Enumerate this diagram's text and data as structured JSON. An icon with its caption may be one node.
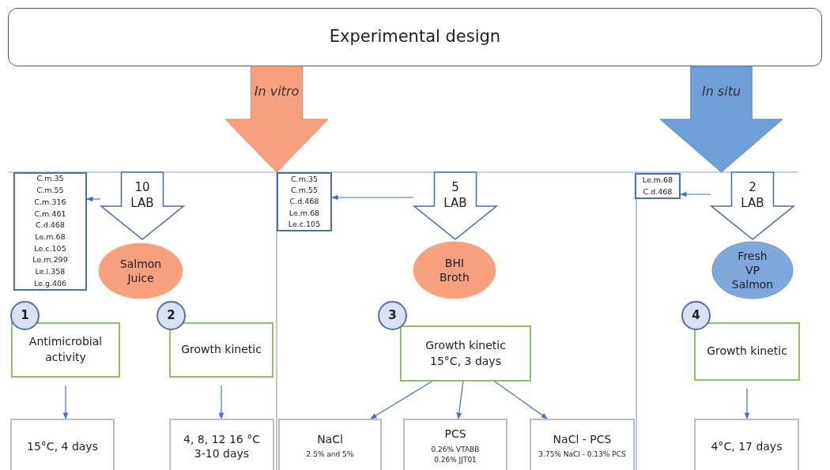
{
  "diagram": {
    "title": "Experimental design",
    "nodes": [
      {
        "text": [
          "In vitro"
        ]
      },
      {
        "text": [
          "In situ"
        ]
      },
      {
        "text": [
          "C.m.35",
          "C.m.55",
          "C.m.316",
          "C.m.461",
          "C.d.468",
          "Le.m.68",
          "Le.c.105",
          "Le.m.299",
          "Le.l.358",
          "Le.g.406"
        ]
      },
      {
        "text": [
          "10 LAB"
        ]
      },
      {
        "text": [
          "Salmon Juice"
        ]
      },
      {
        "text": [
          "C.m.35",
          "C.m.55",
          "C.d.468",
          "Le.m.68",
          "Le.c.105"
        ]
      },
      {
        "text": [
          "5 LAB"
        ]
      },
      {
        "text": [
          "BHI Broth"
        ]
      },
      {
        "text": [
          "Le.m.68",
          "C.d.468"
        ]
      },
      {
        "text": [
          "2 LAB"
        ]
      },
      {
        "text": [
          "Fresh VP Salmon"
        ]
      },
      {
        "text": [
          "1"
        ]
      },
      {
        "text": [
          "Antimicrobial activity"
        ]
      },
      {
        "text": [
          "2"
        ]
      },
      {
        "text": [
          "Growth kinetic"
        ]
      },
      {
        "text": [
          "3"
        ]
      },
      {
        "text": [
          "Growth kinetic 15°C, 3 days"
        ]
      },
      {
        "text": [
          "4"
        ]
      },
      {
        "text": [
          "Growth kinetic"
        ]
      },
      {
        "text": [
          "15°C, 4 days"
        ]
      },
      {
        "text": [
          "4, 8, 12 16 °C 3-10 days"
        ]
      },
      {
        "text": [
          "NaCl",
          "2.5% and 5%"
        ]
      },
      {
        "text": [
          "PCS",
          "0.26% VTABB 0.26% JJT01"
        ]
      },
      {
        "text": [
          "NaCl - PCS",
          "3.75% NaCl - 0.13% PCS"
        ]
      },
      {
        "text": [
          "4°C, 17 days"
        ]
      }
    ],
    "edges": [
      {
        "from": 3,
        "to": 2,
        "arrow": "to"
      },
      {
        "from": 6,
        "to": 5,
        "arrow": "to"
      },
      {
        "from": 9,
        "to": 8,
        "arrow": "to"
      },
      {
        "from": 12,
        "to": 19,
        "arrow": "to"
      },
      {
        "from": 14,
        "to": 20,
        "arrow": "to"
      },
      {
        "from": 16,
        "to": 21,
        "arrow": "to"
      },
      {
        "from": 16,
        "to": 22,
        "arrow": "to"
      },
      {
        "from": 16,
        "to": 23,
        "arrow": "to"
      },
      {
        "from": 18,
        "to": 24,
        "arrow": "to"
      }
    ]
  }
}
